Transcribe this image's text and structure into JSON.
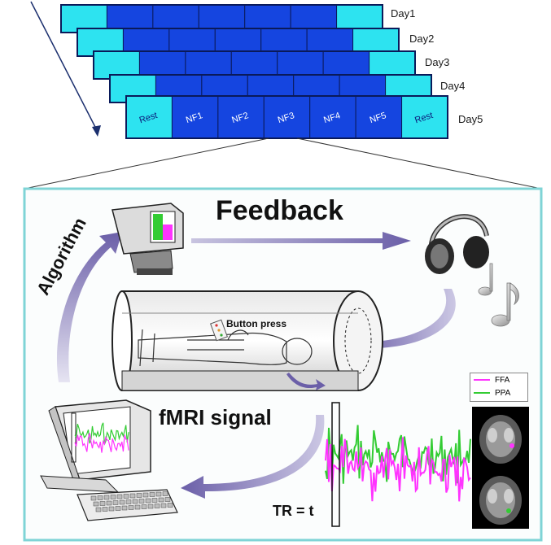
{
  "days": [
    {
      "label": "Day1"
    },
    {
      "label": "Day2"
    },
    {
      "label": "Day3"
    },
    {
      "label": "Day4"
    },
    {
      "label": "Day5"
    }
  ],
  "day5_segments": [
    "Rest",
    "NF1",
    "NF2",
    "NF3",
    "NF4",
    "NF5",
    "Rest"
  ],
  "labels": {
    "feedback": "Feedback",
    "algorithm": "Algorithm",
    "fmri_signal": "fMRI signal",
    "button_press": "Button press",
    "tr": "TR = t"
  },
  "legend": [
    {
      "name": "FFA",
      "color": "#ff33ff"
    },
    {
      "name": "PPA",
      "color": "#33cc33"
    }
  ],
  "colors": {
    "block_dark": "#1545e0",
    "block_rest": "#2de3f0",
    "block_border": "#0a1a5a",
    "panel_border": "#7fd4d6",
    "arrow": "#6b5fa8"
  },
  "icons": [
    "computer-monitor-icon",
    "headphones-icon",
    "music-note-icon",
    "mri-scanner-icon",
    "brain-slice-icon",
    "timeline-arrow-icon"
  ]
}
